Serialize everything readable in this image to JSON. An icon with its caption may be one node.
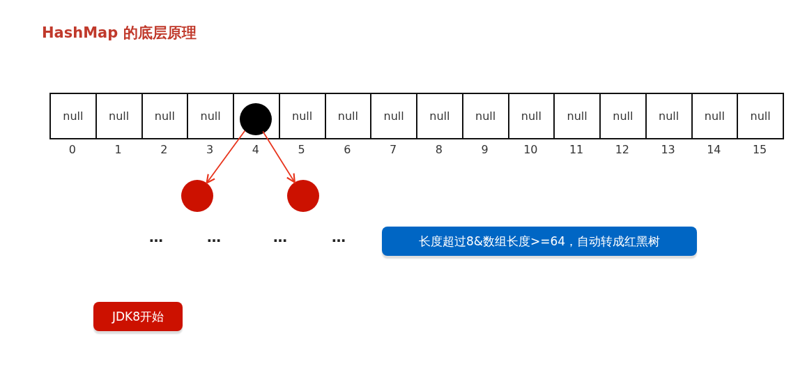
{
  "diagram": {
    "title": "HashMap 的底层原理",
    "nodes": [
      {
        "text": [
          "null"
        ],
        "beside": [
          "0"
        ]
      },
      {
        "text": [
          "null"
        ],
        "beside": [
          "1"
        ]
      },
      {
        "text": [
          "null"
        ],
        "beside": [
          "2"
        ]
      },
      {
        "text": [
          "null"
        ],
        "beside": [
          "3"
        ]
      },
      {
        "text": [],
        "shape": "box",
        "beside": [
          "4"
        ]
      },
      {
        "text": [
          "null"
        ],
        "beside": [
          "5"
        ]
      },
      {
        "text": [
          "null"
        ],
        "beside": [
          "6"
        ]
      },
      {
        "text": [
          "null"
        ],
        "beside": [
          "7"
        ]
      },
      {
        "text": [
          "null"
        ],
        "beside": [
          "8"
        ]
      },
      {
        "text": [
          "null"
        ],
        "beside": [
          "9"
        ]
      },
      {
        "text": [
          "null"
        ],
        "beside": [
          "10"
        ]
      },
      {
        "text": [
          "null"
        ],
        "beside": [
          "11"
        ]
      },
      {
        "text": [
          "null"
        ],
        "beside": [
          "12"
        ]
      },
      {
        "text": [
          "null"
        ],
        "beside": [
          "13"
        ]
      },
      {
        "text": [
          "null"
        ],
        "beside": [
          "14"
        ]
      },
      {
        "text": [
          "null"
        ],
        "beside": [
          "15"
        ]
      },
      {
        "text": [],
        "shape": "circle",
        "in": 4
      },
      {
        "text": [],
        "shape": "circle"
      },
      {
        "text": [],
        "shape": "circle"
      },
      {
        "text": [
          "长度超过8&数组长度>=64，自动转成红黑树"
        ]
      },
      {
        "text": [
          "JDK8开始"
        ]
      }
    ],
    "edges": [
      {
        "from": 16,
        "to": 17,
        "arrow": "to"
      },
      {
        "from": 16,
        "to": 18,
        "arrow": "to"
      }
    ],
    "labels": [
      "…",
      "…",
      "…",
      "…"
    ]
  }
}
